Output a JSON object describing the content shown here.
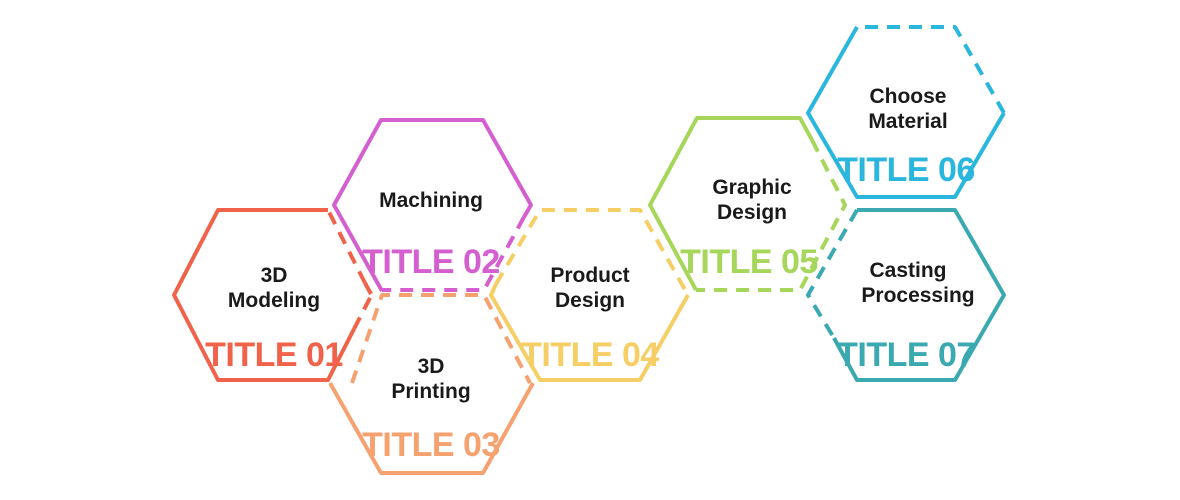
{
  "hexagons": [
    {
      "id": "01",
      "label_lines": [
        "3D",
        "Modeling"
      ],
      "title": "TITLE 01",
      "color": "#f0624a"
    },
    {
      "id": "02",
      "label_lines": [
        "Machining"
      ],
      "title": "TITLE 02",
      "color": "#d45fcf"
    },
    {
      "id": "03",
      "label_lines": [
        "3D",
        "Printing"
      ],
      "title": "TITLE 03",
      "color": "#f5a270"
    },
    {
      "id": "04",
      "label_lines": [
        "Product",
        "Design"
      ],
      "title": "TITLE 04",
      "color": "#f5cf66"
    },
    {
      "id": "05",
      "label_lines": [
        "Graphic",
        "Design"
      ],
      "title": "TITLE 05",
      "color": "#a6d65a"
    },
    {
      "id": "06",
      "label_lines": [
        "Choose",
        "Material"
      ],
      "title": "TITLE 06",
      "color": "#2bb7dd"
    },
    {
      "id": "07",
      "label_lines": [
        "Casting",
        "Processing"
      ],
      "title": "TITLE 07",
      "color": "#3aa9b0"
    }
  ]
}
